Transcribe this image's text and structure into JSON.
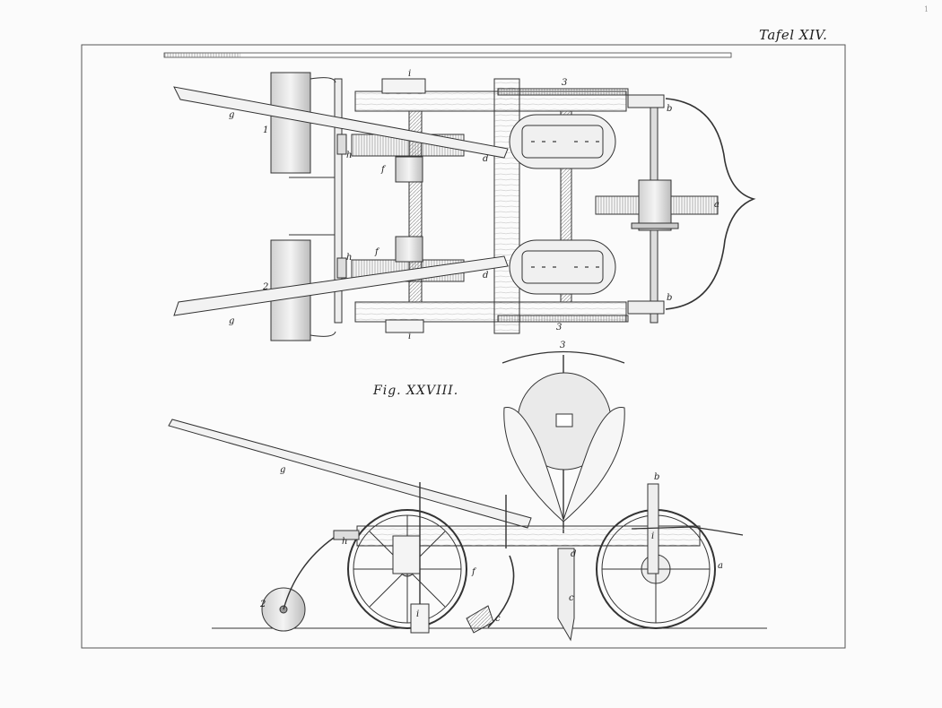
{
  "plate": {
    "title": "Tafel XIV.",
    "page_mark": "1",
    "figure_caption": "Fig. XXVIII."
  },
  "top_view_labels": {
    "g_upper": "g",
    "g_lower": "g",
    "n1": "1",
    "n2": "2",
    "h_upper": "h",
    "h_lower": "h",
    "i_upper": "i",
    "i_lower": "i",
    "f_upper": "f",
    "f_lower": "f",
    "d_upper": "d",
    "d_lower": "d",
    "three_upper": "3",
    "three_lower": "3",
    "b_upper": "b",
    "b_lower": "b",
    "a": "a"
  },
  "side_view_labels": {
    "three": "3",
    "g": "g",
    "b": "b",
    "h": "h",
    "two": "2",
    "i_lower": "i",
    "i_right": "i",
    "f": "f",
    "c_left": "c",
    "c_mid": "c",
    "d": "d",
    "a": "a"
  },
  "colors": {
    "ink": "#2a2a2a",
    "wood": "#e9e9e9",
    "paper": "#fbfbfb",
    "line": "#444444"
  }
}
